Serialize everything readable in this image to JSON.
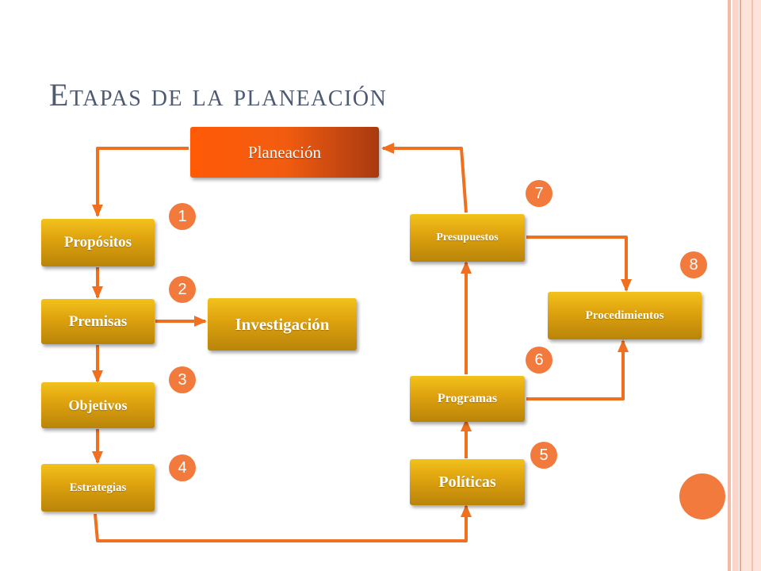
{
  "slide": {
    "title": "Etapas de la planeación"
  },
  "nodes": {
    "planeacion": "Planeación",
    "propositos": "Propósitos",
    "premisas": "Premisas",
    "investigacion": "Investigación",
    "objetivos": "Objetivos",
    "estrategias": "Estrategias",
    "politicas": "Políticas",
    "programas": "Programas",
    "presupuestos": "Presupuestos",
    "procedimientos": "Procedimientos"
  },
  "badges": [
    "1",
    "2",
    "3",
    "4",
    "5",
    "6",
    "7",
    "8"
  ],
  "colors": {
    "accent": "#f27a3c",
    "title": "#4d5a72",
    "box_gold": "#e0a40f",
    "box_orange": "#ff5a06",
    "arrow": "#f07020"
  }
}
